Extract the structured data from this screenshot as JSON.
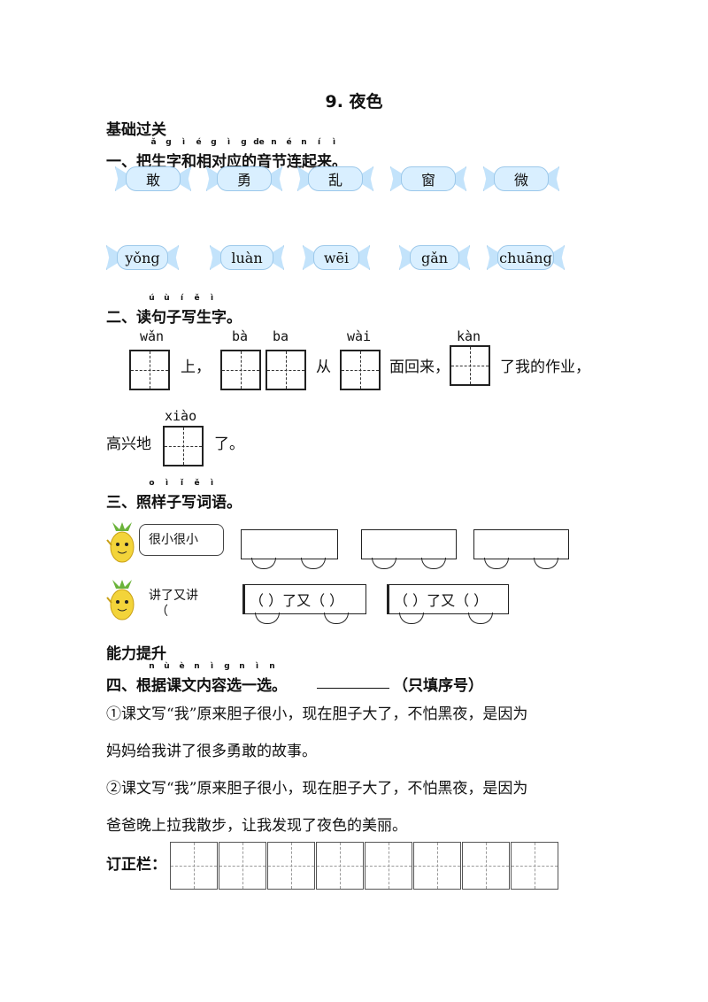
{
  "title": "9. 夜色",
  "sections": {
    "basic": "基础过关",
    "ability": "能力提升"
  },
  "q1": {
    "pinyin": [
      "ǎ",
      "g",
      "ì",
      "é",
      "g",
      "ì",
      "g",
      "de",
      "n",
      "é",
      "n",
      "í",
      "ì"
    ],
    "heading": "一、把生字和相对应的音节连起来。",
    "chars": [
      "敢",
      "勇",
      "乱",
      "窗",
      "微"
    ],
    "syllables": [
      "yǒng",
      "luàn",
      "wēi",
      "gǎn",
      "chuāng"
    ]
  },
  "q2": {
    "pinyin": [
      "ú",
      "ù",
      "í",
      "ě",
      "ì"
    ],
    "heading": "二、读句子写生字。",
    "py": [
      "wǎn",
      "bà",
      "ba",
      "wài",
      "kàn",
      "xiào"
    ],
    "t1": "上，",
    "t2": "从",
    "t3": "面回来，",
    "t4": "了我的作业，",
    "t5": "高兴地",
    "t6": "了。"
  },
  "q3": {
    "pinyin": [
      "o",
      "ì",
      "ǐ",
      "ě",
      "ì"
    ],
    "heading": "三、照样子写词语。",
    "ex1": "很小很小",
    "ex2": "讲了又讲",
    "ex2b": "（",
    "pattern": "（ ）了又（ ）",
    "pattern2": "（ ）了又（ ）"
  },
  "q4": {
    "pinyin": [
      "n",
      "ù",
      "è",
      "n",
      "ì",
      "g",
      "n",
      "ì",
      "n"
    ],
    "heading": "四、根据课文内容选一选。",
    "blank": "__________",
    "note": "（只填序号）",
    "opt1a": "①课文写“我”原来胆子很小，现在胆子大了，不怕黑夜，是因为",
    "opt1b": "妈妈给我讲了很多勇敢的故事。",
    "opt2a": "②课文写“我”原来胆子很小，现在胆子大了，不怕黑夜，是因为",
    "opt2b": "爸爸晚上拉我散步，让我发现了夜色的美丽。"
  },
  "correction": {
    "label": "订正栏：",
    "cells": 8
  }
}
